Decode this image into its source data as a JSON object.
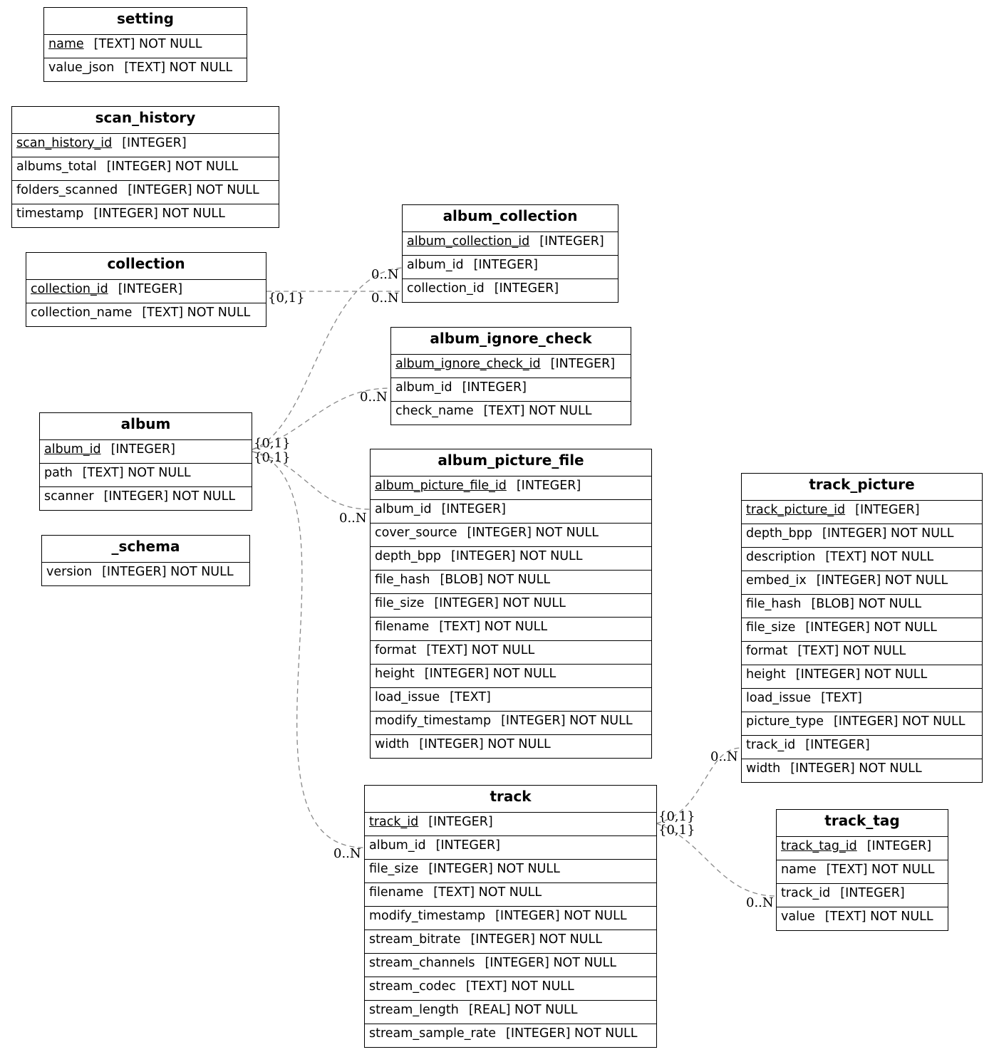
{
  "entities": {
    "setting": {
      "title": "setting",
      "fields": [
        {
          "name": "name",
          "type": "[TEXT] NOT NULL",
          "pk": true
        },
        {
          "name": "value_json",
          "type": "[TEXT] NOT NULL",
          "pk": false
        }
      ]
    },
    "scan_history": {
      "title": "scan_history",
      "fields": [
        {
          "name": "scan_history_id",
          "type": "[INTEGER]",
          "pk": true
        },
        {
          "name": "albums_total",
          "type": "[INTEGER] NOT NULL",
          "pk": false
        },
        {
          "name": "folders_scanned",
          "type": "[INTEGER] NOT NULL",
          "pk": false
        },
        {
          "name": "timestamp",
          "type": "[INTEGER] NOT NULL",
          "pk": false
        }
      ]
    },
    "collection": {
      "title": "collection",
      "fields": [
        {
          "name": "collection_id",
          "type": "[INTEGER]",
          "pk": true
        },
        {
          "name": "collection_name",
          "type": "[TEXT] NOT NULL",
          "pk": false
        }
      ]
    },
    "album": {
      "title": "album",
      "fields": [
        {
          "name": "album_id",
          "type": "[INTEGER]",
          "pk": true
        },
        {
          "name": "path",
          "type": "[TEXT] NOT NULL",
          "pk": false
        },
        {
          "name": "scanner",
          "type": "[INTEGER] NOT NULL",
          "pk": false
        }
      ]
    },
    "_schema": {
      "title": "_schema",
      "fields": [
        {
          "name": "version",
          "type": "[INTEGER] NOT NULL",
          "pk": false
        }
      ]
    },
    "album_collection": {
      "title": "album_collection",
      "fields": [
        {
          "name": "album_collection_id",
          "type": "[INTEGER]",
          "pk": true
        },
        {
          "name": "album_id",
          "type": "[INTEGER]",
          "pk": false
        },
        {
          "name": "collection_id",
          "type": "[INTEGER]",
          "pk": false
        }
      ]
    },
    "album_ignore_check": {
      "title": "album_ignore_check",
      "fields": [
        {
          "name": "album_ignore_check_id",
          "type": "[INTEGER]",
          "pk": true
        },
        {
          "name": "album_id",
          "type": "[INTEGER]",
          "pk": false
        },
        {
          "name": "check_name",
          "type": "[TEXT] NOT NULL",
          "pk": false
        }
      ]
    },
    "album_picture_file": {
      "title": "album_picture_file",
      "fields": [
        {
          "name": "album_picture_file_id",
          "type": "[INTEGER]",
          "pk": true
        },
        {
          "name": "album_id",
          "type": "[INTEGER]",
          "pk": false
        },
        {
          "name": "cover_source",
          "type": "[INTEGER] NOT NULL",
          "pk": false
        },
        {
          "name": "depth_bpp",
          "type": "[INTEGER] NOT NULL",
          "pk": false
        },
        {
          "name": "file_hash",
          "type": "[BLOB] NOT NULL",
          "pk": false
        },
        {
          "name": "file_size",
          "type": "[INTEGER] NOT NULL",
          "pk": false
        },
        {
          "name": "filename",
          "type": "[TEXT] NOT NULL",
          "pk": false
        },
        {
          "name": "format",
          "type": "[TEXT] NOT NULL",
          "pk": false
        },
        {
          "name": "height",
          "type": "[INTEGER] NOT NULL",
          "pk": false
        },
        {
          "name": "load_issue",
          "type": "[TEXT]",
          "pk": false
        },
        {
          "name": "modify_timestamp",
          "type": "[INTEGER] NOT NULL",
          "pk": false
        },
        {
          "name": "width",
          "type": "[INTEGER] NOT NULL",
          "pk": false
        }
      ]
    },
    "track": {
      "title": "track",
      "fields": [
        {
          "name": "track_id",
          "type": "[INTEGER]",
          "pk": true
        },
        {
          "name": "album_id",
          "type": "[INTEGER]",
          "pk": false
        },
        {
          "name": "file_size",
          "type": "[INTEGER] NOT NULL",
          "pk": false
        },
        {
          "name": "filename",
          "type": "[TEXT] NOT NULL",
          "pk": false
        },
        {
          "name": "modify_timestamp",
          "type": "[INTEGER] NOT NULL",
          "pk": false
        },
        {
          "name": "stream_bitrate",
          "type": "[INTEGER] NOT NULL",
          "pk": false
        },
        {
          "name": "stream_channels",
          "type": "[INTEGER] NOT NULL",
          "pk": false
        },
        {
          "name": "stream_codec",
          "type": "[TEXT] NOT NULL",
          "pk": false
        },
        {
          "name": "stream_length",
          "type": "[REAL] NOT NULL",
          "pk": false
        },
        {
          "name": "stream_sample_rate",
          "type": "[INTEGER] NOT NULL",
          "pk": false
        }
      ]
    },
    "track_picture": {
      "title": "track_picture",
      "fields": [
        {
          "name": "track_picture_id",
          "type": "[INTEGER]",
          "pk": true
        },
        {
          "name": "depth_bpp",
          "type": "[INTEGER] NOT NULL",
          "pk": false
        },
        {
          "name": "description",
          "type": "[TEXT] NOT NULL",
          "pk": false
        },
        {
          "name": "embed_ix",
          "type": "[INTEGER] NOT NULL",
          "pk": false
        },
        {
          "name": "file_hash",
          "type": "[BLOB] NOT NULL",
          "pk": false
        },
        {
          "name": "file_size",
          "type": "[INTEGER] NOT NULL",
          "pk": false
        },
        {
          "name": "format",
          "type": "[TEXT] NOT NULL",
          "pk": false
        },
        {
          "name": "height",
          "type": "[INTEGER] NOT NULL",
          "pk": false
        },
        {
          "name": "load_issue",
          "type": "[TEXT]",
          "pk": false
        },
        {
          "name": "picture_type",
          "type": "[INTEGER] NOT NULL",
          "pk": false
        },
        {
          "name": "track_id",
          "type": "[INTEGER]",
          "pk": false
        },
        {
          "name": "width",
          "type": "[INTEGER] NOT NULL",
          "pk": false
        }
      ]
    },
    "track_tag": {
      "title": "track_tag",
      "fields": [
        {
          "name": "track_tag_id",
          "type": "[INTEGER]",
          "pk": true
        },
        {
          "name": "name",
          "type": "[TEXT] NOT NULL",
          "pk": false
        },
        {
          "name": "track_id",
          "type": "[INTEGER]",
          "pk": false
        },
        {
          "name": "value",
          "type": "[TEXT] NOT NULL",
          "pk": false
        }
      ]
    }
  },
  "relationships": [
    {
      "from": "collection",
      "to": "album_collection",
      "from_card": "{0,1}",
      "to_card": "0..N"
    },
    {
      "from": "album",
      "to": "album_collection",
      "from_card": "{0,1}",
      "to_card": "0..N"
    },
    {
      "from": "album",
      "to": "album_ignore_check",
      "from_card": "{0,1}",
      "to_card": "0..N"
    },
    {
      "from": "album",
      "to": "album_picture_file",
      "from_card": "{0,1}",
      "to_card": "0..N"
    },
    {
      "from": "album",
      "to": "track",
      "from_card": "{0,1}",
      "to_card": "0..N"
    },
    {
      "from": "track",
      "to": "track_picture",
      "from_card": "{0,1}",
      "to_card": "0..N"
    },
    {
      "from": "track",
      "to": "track_tag",
      "from_card": "{0,1}",
      "to_card": "0..N"
    }
  ],
  "colors": {
    "edge": "#888888",
    "border": "#000000",
    "background": "#ffffff"
  }
}
